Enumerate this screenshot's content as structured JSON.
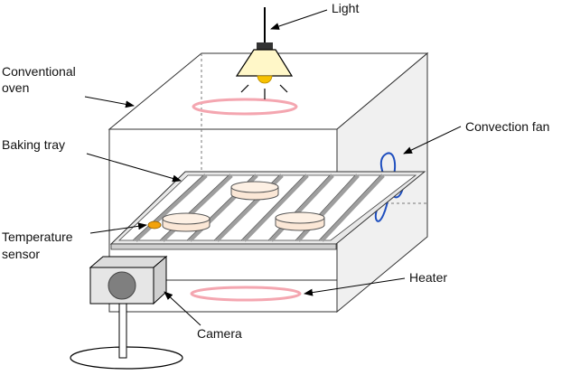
{
  "labels": {
    "light": "Light",
    "oven_line1": "Conventional",
    "oven_line2": "oven",
    "baking_tray": "Baking tray",
    "convection_fan": "Convection fan",
    "temp_line1": "Temperature",
    "temp_line2": "sensor",
    "heater": "Heater",
    "camera": "Camera"
  },
  "colors": {
    "stroke": "#000000",
    "heater_ring": "#f4a6b0",
    "fan": "#1f4fbf",
    "sensor": "#f2a20c",
    "bulb": "#f7c100",
    "lamp_shade": "#fff7c8",
    "dough": "#fbe7d6",
    "tray": "#bdbdbd",
    "camera_body": "#e6e6e6",
    "camera_lens": "#7f7f7f"
  }
}
